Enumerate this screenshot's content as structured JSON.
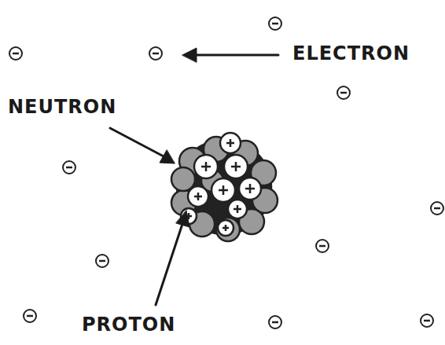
{
  "diagram": {
    "labels": [
      "ELECTRON",
      "NEUTRON",
      "PROTON"
    ]
  }
}
